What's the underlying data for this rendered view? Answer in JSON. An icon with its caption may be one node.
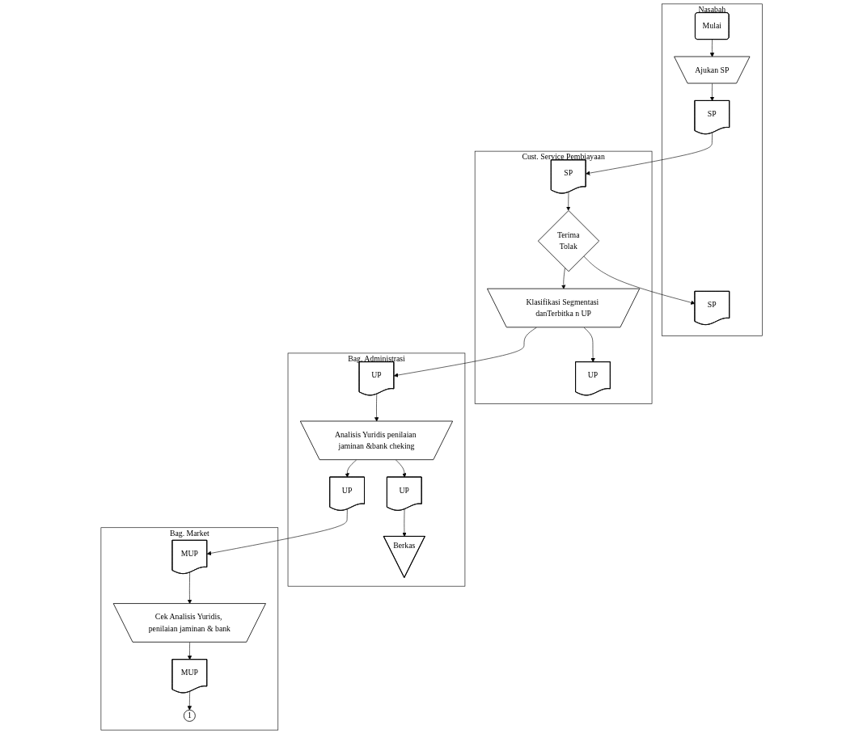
{
  "diagram": {
    "nodes": [
      {
        "text": [
          "Nasabah"
        ]
      },
      {
        "text": [
          "Cust. Service Pembiayaan"
        ]
      },
      {
        "text": [
          "Bag. Administrasi"
        ]
      },
      {
        "text": [
          "Bag. Market"
        ]
      },
      {
        "text": [
          "Mulai"
        ],
        "in": 0
      },
      {
        "text": [
          "Ajukan SP"
        ],
        "in": 0
      },
      {
        "text": [
          "SP"
        ],
        "in": 0
      },
      {
        "text": [
          "SP"
        ],
        "in": 0
      },
      {
        "text": [
          "SP"
        ],
        "in": 1
      },
      {
        "text": [
          "Terima",
          "Tolak"
        ],
        "in": 1
      },
      {
        "text": [
          "Klasifikasi Segmentasi danTerbitka n UP"
        ],
        "in": 1
      },
      {
        "text": [
          "UP"
        ],
        "in": 1
      },
      {
        "text": [
          "UP"
        ],
        "in": 2
      },
      {
        "text": [
          "Analisis Yuridis penilaian jaminan &bank cheking"
        ],
        "in": 2
      },
      {
        "text": [
          "UP"
        ],
        "in": 2
      },
      {
        "text": [
          "UP"
        ],
        "in": 2
      },
      {
        "text": [
          "Berkas"
        ],
        "in": 2
      },
      {
        "text": [
          "MUP"
        ],
        "in": 3
      },
      {
        "text": [
          "Cek Analisis Yuridis, penilaian jaminan & bank"
        ],
        "in": 3
      },
      {
        "text": [
          "MUP"
        ],
        "in": 3
      },
      {
        "text": [
          "1"
        ],
        "in": 3
      }
    ],
    "edges": [
      {
        "from": 4,
        "to": 5,
        "arrow": "to"
      },
      {
        "from": 5,
        "to": 6,
        "arrow": "to"
      },
      {
        "from": 6,
        "to": 8,
        "arrow": "to"
      },
      {
        "from": 8,
        "to": 9,
        "arrow": "to"
      },
      {
        "from": 9,
        "to": 7,
        "arrow": "to"
      },
      {
        "from": 9,
        "to": 10,
        "arrow": "to"
      },
      {
        "from": 10,
        "to": 11,
        "arrow": "to"
      },
      {
        "from": 10,
        "to": 12,
        "arrow": "to"
      },
      {
        "from": 12,
        "to": 13,
        "arrow": "to"
      },
      {
        "from": 13,
        "to": 14,
        "arrow": "to"
      },
      {
        "from": 13,
        "to": 15,
        "arrow": "to"
      },
      {
        "from": 14,
        "to": 16,
        "arrow": "to"
      },
      {
        "from": 15,
        "to": 17,
        "arrow": "to"
      },
      {
        "from": 17,
        "to": 18,
        "arrow": "to"
      },
      {
        "from": 18,
        "to": 19,
        "arrow": "to"
      },
      {
        "from": 19,
        "to": 20,
        "arrow": "to"
      }
    ]
  }
}
